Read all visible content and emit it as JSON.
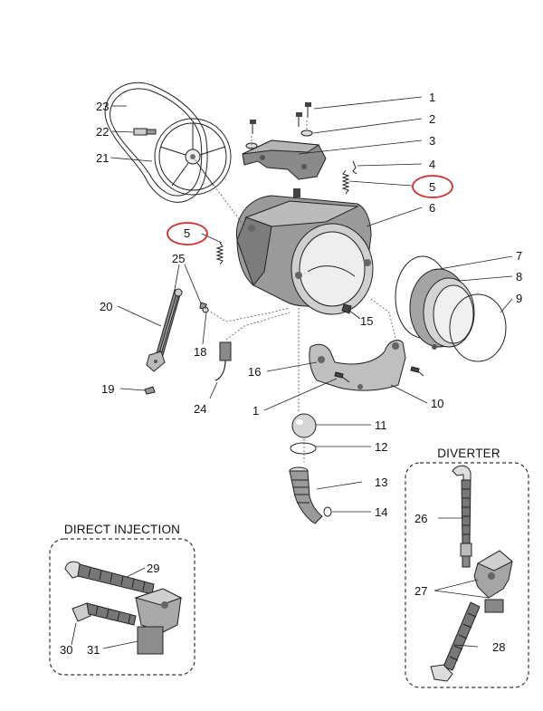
{
  "diagram": {
    "callouts": [
      {
        "id": "c1a",
        "label": "1"
      },
      {
        "id": "c2",
        "label": "2"
      },
      {
        "id": "c3",
        "label": "3"
      },
      {
        "id": "c4",
        "label": "4"
      },
      {
        "id": "c5a",
        "label": "5"
      },
      {
        "id": "c6",
        "label": "6"
      },
      {
        "id": "c7",
        "label": "7"
      },
      {
        "id": "c8",
        "label": "8"
      },
      {
        "id": "c9",
        "label": "9"
      },
      {
        "id": "c10",
        "label": "10"
      },
      {
        "id": "c11",
        "label": "11"
      },
      {
        "id": "c12",
        "label": "12"
      },
      {
        "id": "c13",
        "label": "13"
      },
      {
        "id": "c14",
        "label": "14"
      },
      {
        "id": "c15",
        "label": "15"
      },
      {
        "id": "c16",
        "label": "16"
      },
      {
        "id": "c1b",
        "label": "1"
      },
      {
        "id": "c18",
        "label": "18"
      },
      {
        "id": "c19",
        "label": "19"
      },
      {
        "id": "c20",
        "label": "20"
      },
      {
        "id": "c21",
        "label": "21"
      },
      {
        "id": "c22",
        "label": "22"
      },
      {
        "id": "c23",
        "label": "23"
      },
      {
        "id": "c24",
        "label": "24"
      },
      {
        "id": "c25",
        "label": "25"
      },
      {
        "id": "c5b",
        "label": "5"
      },
      {
        "id": "c26",
        "label": "26"
      },
      {
        "id": "c27",
        "label": "27"
      },
      {
        "id": "c28",
        "label": "28"
      },
      {
        "id": "c29",
        "label": "29"
      },
      {
        "id": "c30",
        "label": "30"
      },
      {
        "id": "c31",
        "label": "31"
      }
    ],
    "boxes": {
      "diverter": {
        "title": "DIVERTER"
      },
      "direct_injection": {
        "title": "DIRECT INJECTION"
      }
    },
    "highlight_color": "#d42a2a"
  }
}
